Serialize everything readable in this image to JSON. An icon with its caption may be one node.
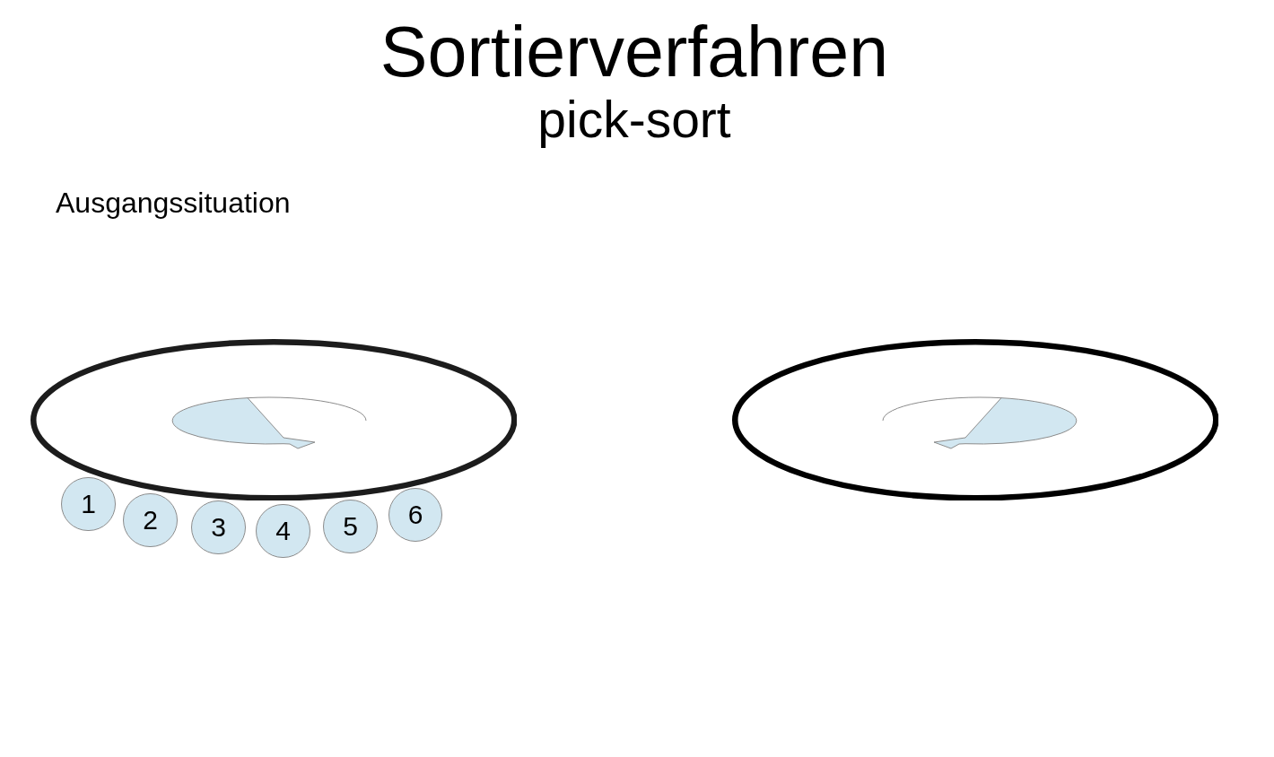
{
  "diagram": {
    "title": "Sortierverfahren",
    "nodes": [
      {
        "text": [],
        "shape": "ellipse"
      },
      {
        "text": [],
        "shape": "ellipse"
      },
      {
        "text": [
          "1"
        ]
      },
      {
        "text": [
          "2"
        ]
      },
      {
        "text": [
          "3"
        ]
      },
      {
        "text": [
          "4"
        ]
      },
      {
        "text": [
          "5"
        ]
      },
      {
        "text": [
          "6"
        ]
      }
    ],
    "labels": [
      "pick-sort",
      "Ausgangssituation"
    ]
  }
}
